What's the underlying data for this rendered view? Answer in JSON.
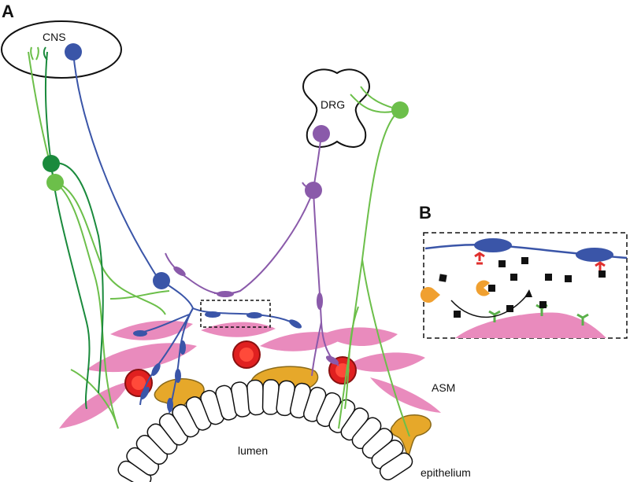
{
  "panels": {
    "a": "A",
    "b": "B"
  },
  "labels": {
    "cns": "CNS",
    "drg": "DRG",
    "asm": "ASM",
    "lumen": "lumen",
    "epithelium": "epithelium"
  },
  "colors": {
    "parasympathetic": "#3a55a8",
    "sensory_vagal_light": "#6cbf4a",
    "sensory_vagal_dark": "#1a8a3c",
    "drg_sensory": "#8a5aaa",
    "smooth_muscle": "#e98bbd",
    "mast_cell": "#e02020",
    "neuroendocrine": "#e6a82a",
    "receptor_red": "#e0302e",
    "receptor_green": "#5ab04a",
    "orange_cell": "#f0a030",
    "mediator": "#111111"
  }
}
